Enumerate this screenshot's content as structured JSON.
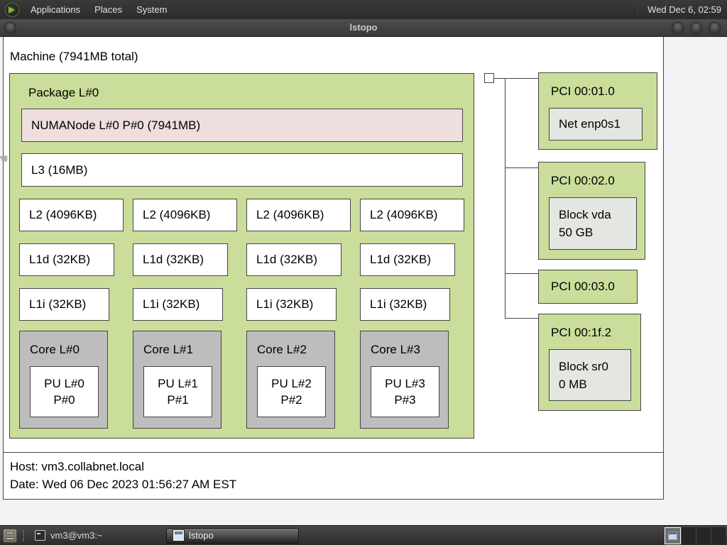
{
  "panel": {
    "menus": [
      "Applications",
      "Places",
      "System"
    ],
    "clock": "Wed Dec 6, 02:59"
  },
  "titlebar": {
    "title": "lstopo"
  },
  "machine_label": "Machine (7941MB total)",
  "package": {
    "label": "Package L#0",
    "numanode": "NUMANode L#0 P#0 (7941MB)",
    "l3": "L3 (16MB)",
    "l2": [
      "L2 (4096KB)",
      "L2 (4096KB)",
      "L2 (4096KB)",
      "L2 (4096KB)"
    ],
    "l1d": [
      "L1d (32KB)",
      "L1d (32KB)",
      "L1d (32KB)",
      "L1d (32KB)"
    ],
    "l1i": [
      "L1i (32KB)",
      "L1i (32KB)",
      "L1i (32KB)",
      "L1i (32KB)"
    ],
    "cores": [
      {
        "label": "Core L#0",
        "pu1": "PU L#0",
        "pu2": "P#0"
      },
      {
        "label": "Core L#1",
        "pu1": "PU L#1",
        "pu2": "P#1"
      },
      {
        "label": "Core L#2",
        "pu1": "PU L#2",
        "pu2": "P#2"
      },
      {
        "label": "Core L#3",
        "pu1": "PU L#3",
        "pu2": "P#3"
      }
    ]
  },
  "pci": [
    {
      "label": "PCI 00:01.0",
      "lines": [
        "Net enp0s1"
      ]
    },
    {
      "label": "PCI 00:02.0",
      "lines": [
        "Block vda",
        "50 GB"
      ]
    },
    {
      "label": "PCI 00:03.0",
      "lines": []
    },
    {
      "label": "PCI 00:1f.2",
      "lines": [
        "Block sr0",
        "0 MB"
      ]
    }
  ],
  "footer": {
    "host": "Host: vm3.collabnet.local",
    "date": "Date: Wed 06 Dec 2023 01:56:27 AM EST"
  },
  "taskbar": {
    "tasks": [
      {
        "label": "vm3@vm3:~"
      },
      {
        "label": "lstopo"
      }
    ]
  },
  "colors": {
    "green": "#cadd9a",
    "numa": "#eedede",
    "core": "#bdbdbd",
    "dev": "#e4e6e1"
  }
}
